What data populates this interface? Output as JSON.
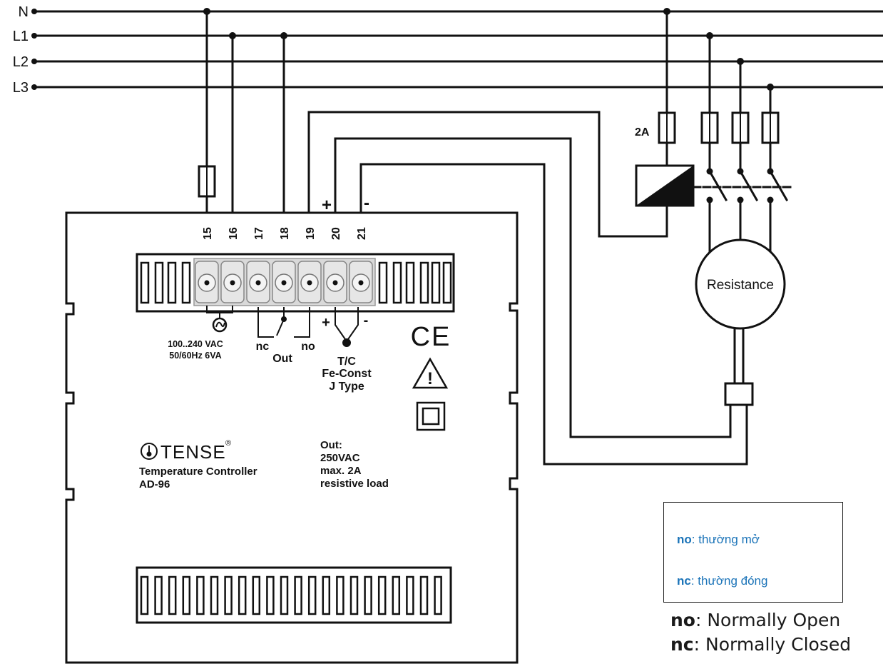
{
  "lines": [
    "N",
    "L1",
    "L2",
    "L3"
  ],
  "terminals": [
    "15",
    "16",
    "17",
    "18",
    "19",
    "20",
    "21"
  ],
  "polarity": {
    "plus": "+",
    "minus": "-"
  },
  "fuse_label": "2A",
  "load_label": "Resistance",
  "supply": {
    "line1": "100..240 VAC",
    "line2": "50/60Hz 6VA"
  },
  "relay_labels": {
    "nc": "nc",
    "out": "Out",
    "no": "no"
  },
  "thermocouple": {
    "line1": "T/C",
    "line2": "Fe-Const",
    "line3": "J Type"
  },
  "ce_mark": "CE",
  "warning_symbol": "!",
  "brand": {
    "name": "TENSE",
    "registered": "®",
    "product": "Temperature Controller",
    "model": "AD-96"
  },
  "output_spec": {
    "line1": "Out:",
    "line2": "250VAC",
    "line3": "max. 2A",
    "line4": "resistive load"
  },
  "legend_vi": {
    "no_key": "no",
    "no_text": ": thường mở",
    "nc_key": "nc",
    "nc_text": ": thường đóng"
  },
  "legend_en": {
    "no_key": "no",
    "no_text": ": Normally Open",
    "nc_key": "nc",
    "nc_text": ": Normally Closed"
  },
  "colors": {
    "ink": "#111111",
    "block_fill": "#d9d9d9",
    "legend_vi": "#1a73b8"
  }
}
